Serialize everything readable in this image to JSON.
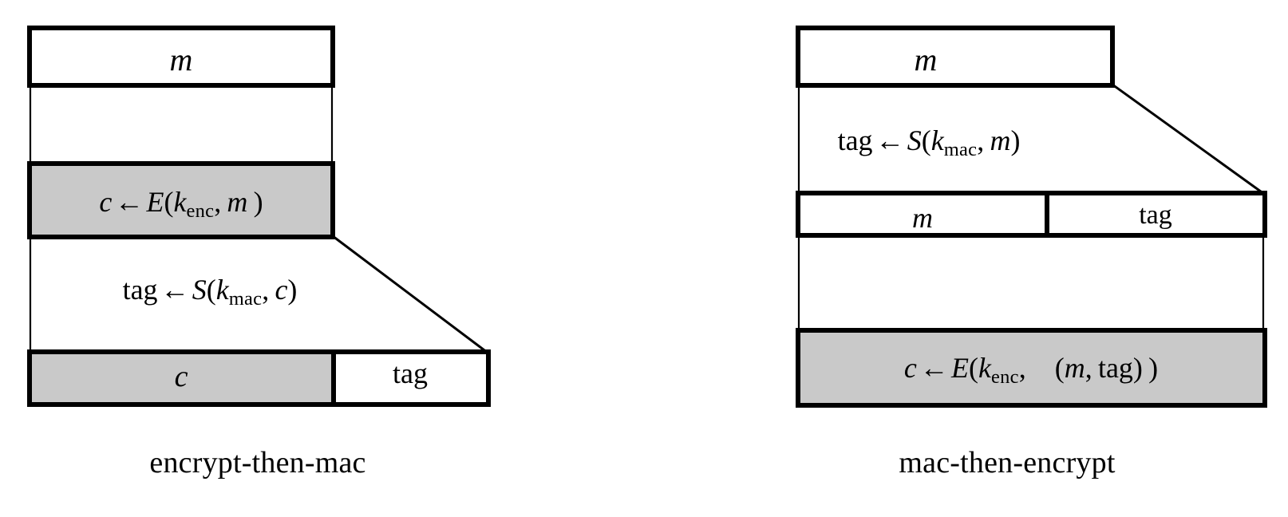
{
  "figure": {
    "background_color": "#ffffff",
    "stroke_color": "#000000",
    "highlight_fill": "#c9c9c9",
    "plain_fill": "#ffffff"
  },
  "diagrams": [
    {
      "id": "encrypt-then-mac",
      "caption": "encrypt-then-mac",
      "blocks": [
        {
          "name": "message-block",
          "filled": false,
          "cells": [
            {
              "text": "m",
              "style": "italic",
              "filled": false
            }
          ]
        },
        {
          "name": "encrypt-step-block",
          "filled": true,
          "formula": {
            "lhs": "c",
            "arrow": "←",
            "func": "E",
            "open": "(",
            "key": "k",
            "key_sub": "enc",
            "comma": ",",
            "arg": "m",
            "close": ")"
          }
        },
        {
          "name": "mac-step-label",
          "filled": false,
          "formula": {
            "lhs": "tag",
            "arrow": "←",
            "func": "S",
            "open": "(",
            "key": "k",
            "key_sub": "mac",
            "comma": ",",
            "arg": "c",
            "close": ")"
          }
        },
        {
          "name": "output-block",
          "filled": false,
          "cells": [
            {
              "text": "c",
              "style": "italic",
              "filled": true
            },
            {
              "text": "tag",
              "style": "upright",
              "filled": false
            }
          ]
        }
      ]
    },
    {
      "id": "mac-then-encrypt",
      "caption": "mac-then-encrypt",
      "blocks": [
        {
          "name": "message-block",
          "filled": false,
          "cells": [
            {
              "text": "m",
              "style": "italic",
              "filled": false
            }
          ]
        },
        {
          "name": "mac-step-label",
          "filled": false,
          "formula": {
            "lhs": "tag",
            "arrow": "←",
            "func": "S",
            "open": "(",
            "key": "k",
            "key_sub": "mac",
            "comma": ",",
            "arg": "m",
            "close": ")"
          }
        },
        {
          "name": "message-tag-block",
          "filled": false,
          "cells": [
            {
              "text": "m",
              "style": "italic",
              "filled": false
            },
            {
              "text": "tag",
              "style": "upright",
              "filled": false
            }
          ]
        },
        {
          "name": "encrypt-step-block",
          "filled": true,
          "formula": {
            "lhs": "c",
            "arrow": "←",
            "func": "E",
            "open": "(",
            "key": "k",
            "key_sub": "enc",
            "comma": ",",
            "arg_open": "(",
            "arg_a": "m",
            "arg_comma": ",",
            "arg_b": "tag",
            "arg_close": ")",
            "close": ")"
          }
        }
      ]
    }
  ]
}
